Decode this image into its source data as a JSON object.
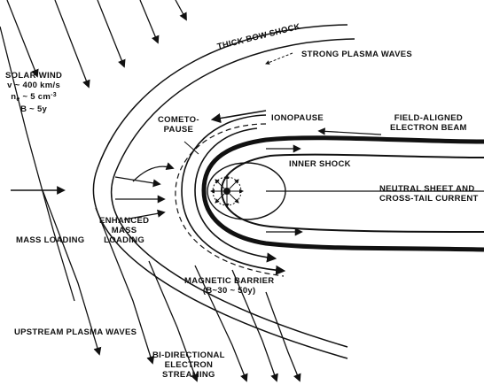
{
  "labels": {
    "solar_wind": {
      "title": "SOLAR WIND",
      "velocity": "v ~ 400 km/s",
      "density_prefix": "n",
      "density_sub": "e",
      "density_value": " ~ 5 cm",
      "density_sup": "-3",
      "field": "B ~ 5y"
    },
    "thick_bow_shock": "THICK BOW SHOCK",
    "strong_plasma_waves": "STRONG PLASMA WAVES",
    "cometopause": [
      "COMETO-",
      "PAUSE"
    ],
    "ionopause": "IONOPAUSE",
    "field_aligned_beam": [
      "FIELD-ALIGNED",
      "ELECTRON BEAM"
    ],
    "inner_shock": "INNER SHOCK",
    "neutral_sheet": [
      "NEUTRAL SHEET AND",
      "CROSS-TAIL CURRENT"
    ],
    "enhanced_mass_loading": [
      "ENHANCED",
      "MASS",
      "LOADING"
    ],
    "mass_loading": "MASS LOADING",
    "magnetic_barrier": [
      "MAGNETIC BARRIER",
      "(B~30 ~ 50y)"
    ],
    "upstream_plasma_waves": "UPSTREAM PLASMA WAVES",
    "bidirectional_streaming": [
      "BI-DIRECTIONAL",
      "ELECTRON",
      "STREAMING"
    ]
  },
  "colors": {
    "ink": "#111111",
    "background": "#ffffff"
  }
}
